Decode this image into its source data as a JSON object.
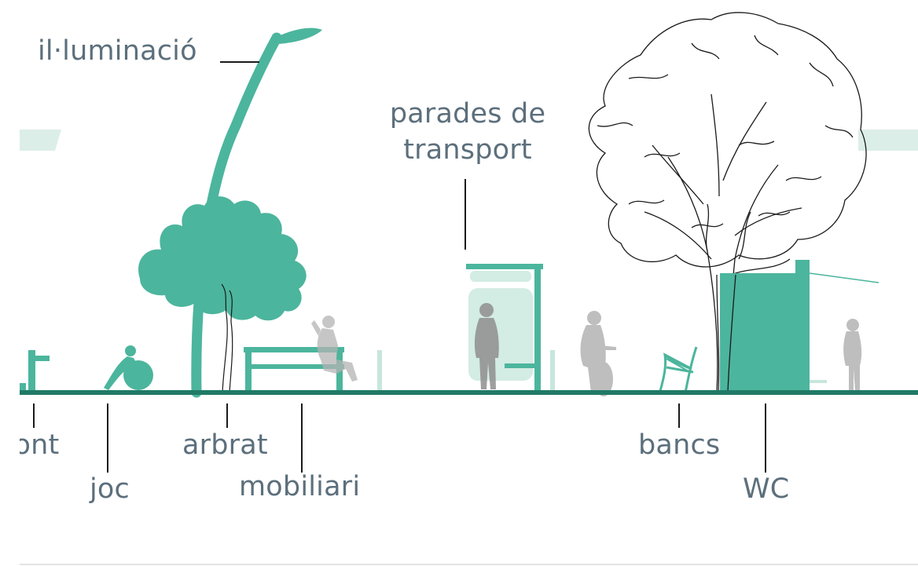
{
  "labels": {
    "illumination": "il·luminació",
    "transport_line1": "parades de",
    "transport_line2": "transport",
    "font": "font",
    "joc": "joc",
    "arbrat": "arbrat",
    "mobiliari": "mobiliari",
    "bancs": "bancs",
    "wc": "WC"
  },
  "colors": {
    "accent": "#4cb59d",
    "ground": "#1f7a66",
    "light_accent": "#c7e6dd",
    "silhouette": "#b3b3b3",
    "leader": "#1a1a1a",
    "label_text": "#5c6f7c",
    "divider": "#e3e3e3"
  }
}
